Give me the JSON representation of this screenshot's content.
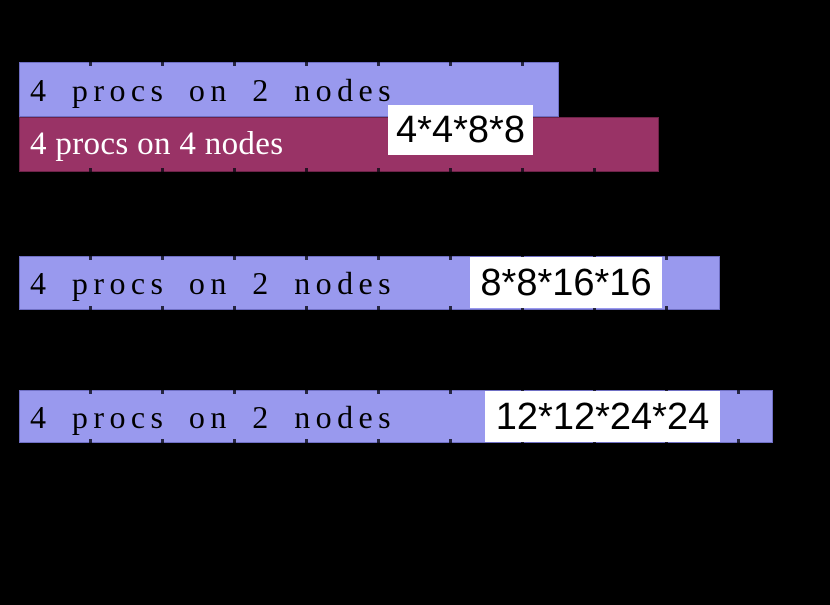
{
  "chart_data": {
    "type": "bar",
    "orientation": "horizontal",
    "title": "",
    "xlabel": "",
    "ylabel": "",
    "axis_labels_visible": false,
    "grid": true,
    "legend_position": "none",
    "note": "Axis tick labels are not visible (black text on black background); values estimated from vertical gridlines spaced ~71 px (1 unit each), bars start at unit 0.",
    "categories": [
      "4*4*8*8",
      "8*8*16*16",
      "12*12*24*24"
    ],
    "series": [
      {
        "name": "4 procs on 2 nodes",
        "color": "#9999ee",
        "values": [
          7.6,
          9.8,
          10.6
        ]
      },
      {
        "name": "4 procs on 4 nodes",
        "color": "#993366",
        "values": [
          9.0,
          null,
          null
        ]
      }
    ],
    "xlim": [
      0,
      11.3
    ]
  },
  "colors": {
    "background": "#000000",
    "series1_fill": "#9999ee",
    "series1_border": "#6f6fc4",
    "series2_fill": "#993366",
    "series2_border": "#6d2348",
    "category_box_bg": "#ffffff",
    "category_box_text": "#000000",
    "bar_text_dark": "#000000",
    "bar_text_light": "#ffffff"
  },
  "bars": [
    {
      "group": 1,
      "series": 1,
      "label": "4 procs on 2 nodes"
    },
    {
      "group": 1,
      "series": 2,
      "label": "4 procs on 4 nodes"
    },
    {
      "group": 2,
      "series": 1,
      "label": "4 procs on 2 nodes"
    },
    {
      "group": 3,
      "series": 1,
      "label": "4 procs on 2 nodes"
    }
  ],
  "category_labels": [
    "4*4*8*8",
    "8*8*16*16",
    "12*12*24*24"
  ]
}
